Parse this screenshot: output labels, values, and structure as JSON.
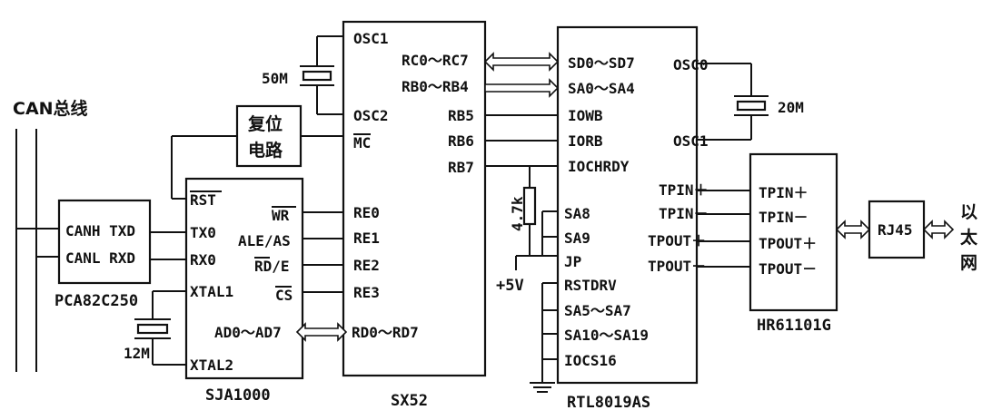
{
  "can_bus": {
    "label": "CAN总线"
  },
  "pca": {
    "name": "PCA82C250",
    "pins": [
      "CANH TXD",
      "CANL RXD"
    ]
  },
  "sja": {
    "name": "SJA1000",
    "left_pins": [
      "RST",
      "TX0",
      "RX0",
      "XTAL1",
      "XTAL2"
    ],
    "right_pins": [
      "WR",
      "ALE/AS",
      "RD/E",
      "CS",
      "AD0～AD7"
    ]
  },
  "crystal_12": {
    "label": "12M"
  },
  "reset": {
    "line1": "复位",
    "line2": "电路"
  },
  "sx52": {
    "name": "SX52",
    "left_pins": [
      "OSC1",
      "OSC2",
      "MC",
      "RE0",
      "RE1",
      "RE2",
      "RE3",
      "RD0～RD7"
    ],
    "right_pins": [
      "RC0～RC7",
      "RB0～RB4",
      "RB5",
      "RB6",
      "RB7"
    ]
  },
  "crystal_50": {
    "label": "50M"
  },
  "resistor": {
    "label": "4.7k"
  },
  "supply": {
    "label": "+5V"
  },
  "rtl": {
    "name": "RTL8019AS",
    "left_pins": [
      "SD0～SD7",
      "SA0～SA4",
      "IOWB",
      "IORB",
      "IOCHRDY",
      "SA8",
      "SA9",
      "JP",
      "RSTDRV",
      "SA5～SA7",
      "SA10～SA19",
      "IOCS16"
    ],
    "right_pins": [
      "OSC0",
      "OSC1",
      "TPIN＋",
      "TPIN－",
      "TPOUT＋",
      "TPOUT－"
    ]
  },
  "crystal_20": {
    "label": "20M"
  },
  "hr": {
    "name": "HR61101G",
    "pins": [
      "TPIN＋",
      "TPIN－",
      "TPOUT＋",
      "TPOUT－"
    ]
  },
  "rj45": {
    "label": "RJ45"
  },
  "ethernet": {
    "chars": [
      "以",
      "太",
      "网"
    ]
  }
}
